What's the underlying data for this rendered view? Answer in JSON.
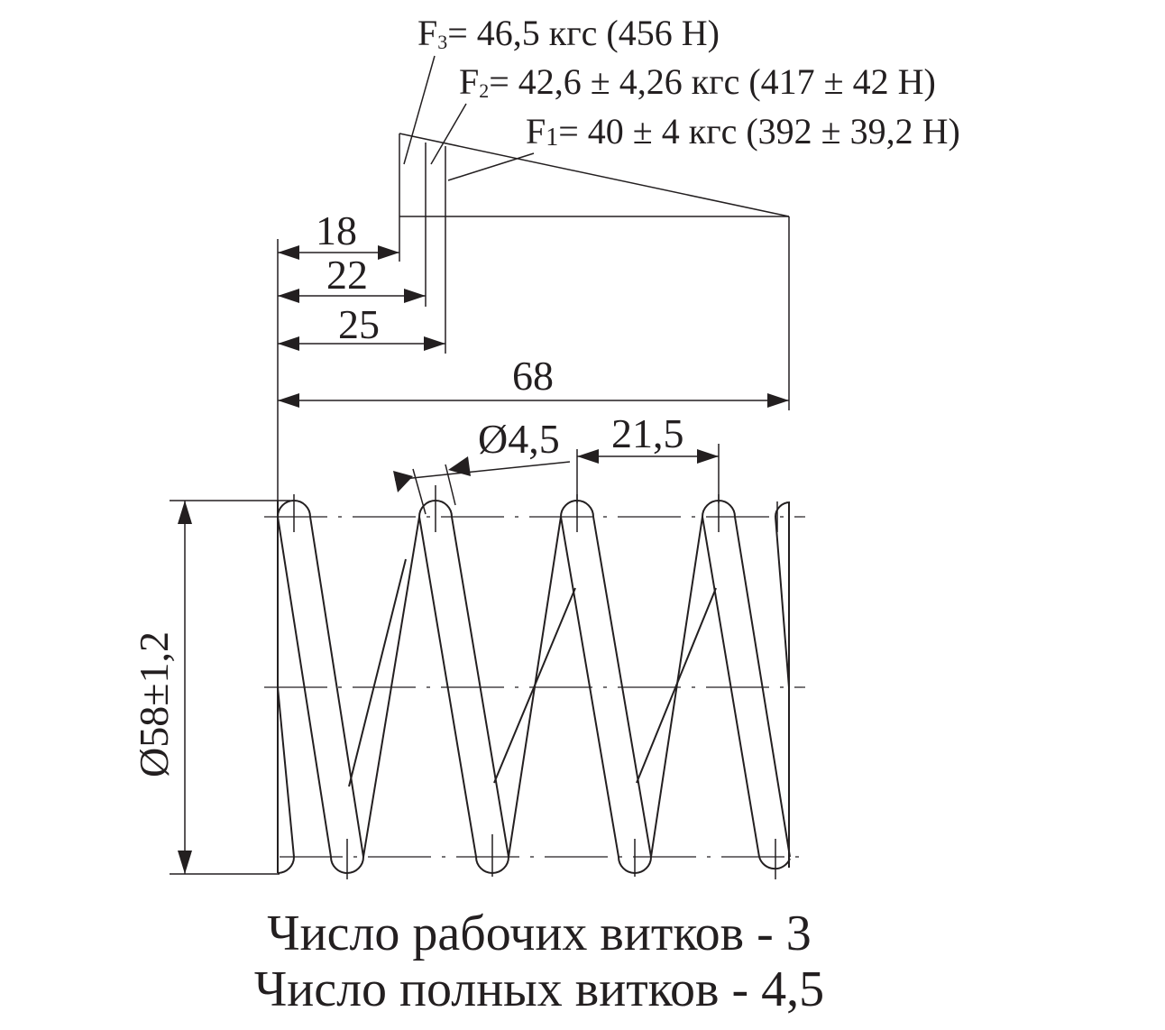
{
  "forces": {
    "f3": {
      "name": "F",
      "sub": "3",
      "text": "= 46,5 кгс (456 Н)"
    },
    "f2": {
      "name": "F",
      "sub": "2",
      "text": "= 42,6 ± 4,26 кгс (417 ± 42 Н)"
    },
    "f1": {
      "name": "F",
      "sub": "1",
      "text": "= 40 ± 4 кгс (392 ± 39,2 Н)"
    }
  },
  "dimensions": {
    "d18": "18",
    "d22": "22",
    "d25": "25",
    "d68": "68",
    "wire": "Ø4,5",
    "pitch": "21,5",
    "outer_diameter": "Ø58±1,2"
  },
  "notes": {
    "working_coils": "Число рабочих витков - 3",
    "total_coils": "Число полных витков - 4,5"
  }
}
